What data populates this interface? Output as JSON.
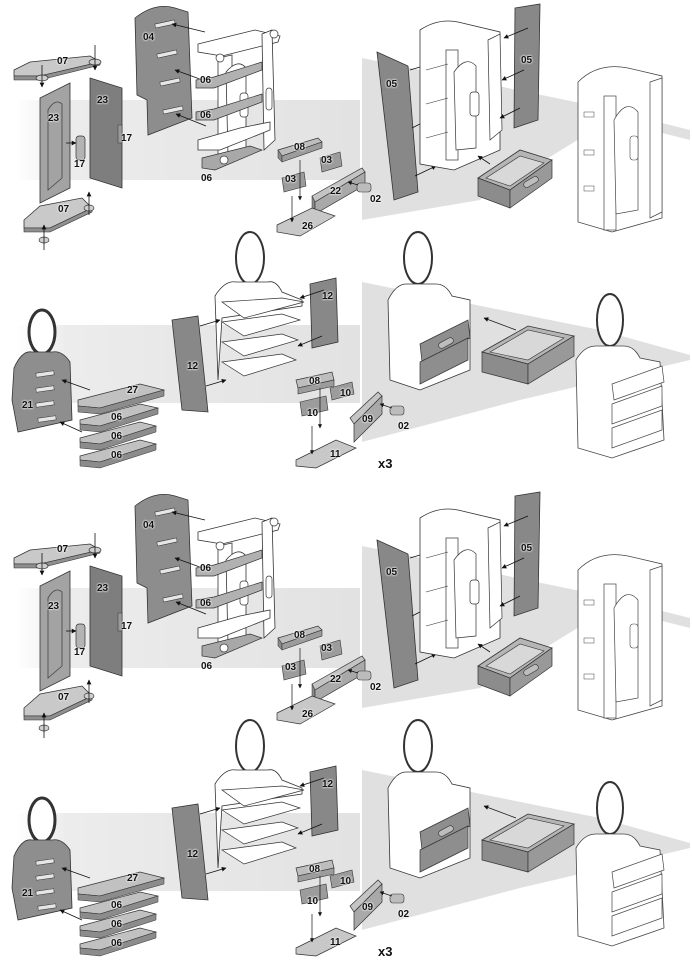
{
  "colors": {
    "panel_dark": "#8a8a8a",
    "panel_mid": "#b9b9b9",
    "panel_light": "#d6d6d6",
    "outline": "#333333",
    "backdrop": "#e3e3e3",
    "assembled_fill": "#ffffff"
  },
  "diagram_halves": [
    {
      "wardrobe_step": {
        "door_parts": {
          "top_plate": "07",
          "bottom_plate": "07",
          "left_door": "23",
          "right_door": "23",
          "handle_left": "17",
          "handle_right": "17"
        },
        "side_panel": "04",
        "shelf_labels": [
          "06",
          "06",
          "06"
        ],
        "drawer_parts": {
          "front": "08",
          "side_a": "03",
          "side_b": "03",
          "back": "22",
          "base": "26",
          "knob": "02"
        },
        "side_panels": [
          "05",
          "05"
        ]
      },
      "dresser_step": {
        "back_panel": "21",
        "shelves": [
          "27",
          "06",
          "06",
          "06"
        ],
        "side_panels": [
          "12",
          "12"
        ],
        "drawer_parts": {
          "front": "08",
          "side_a": "10",
          "side_b": "10",
          "back": "09",
          "base": "11",
          "knob": "02"
        },
        "quantity": "x3"
      }
    },
    {
      "wardrobe_step": {
        "door_parts": {
          "top_plate": "07",
          "bottom_plate": "07",
          "left_door": "23",
          "right_door": "23",
          "handle_left": "17",
          "handle_right": "17"
        },
        "side_panel": "04",
        "shelf_labels": [
          "06",
          "06",
          "06"
        ],
        "drawer_parts": {
          "front": "08",
          "side_a": "03",
          "side_b": "03",
          "back": "22",
          "base": "26",
          "knob": "02"
        },
        "side_panels": [
          "05",
          "05"
        ]
      },
      "dresser_step": {
        "back_panel": "21",
        "shelves": [
          "27",
          "06",
          "06",
          "06"
        ],
        "side_panels": [
          "12",
          "12"
        ],
        "drawer_parts": {
          "front": "08",
          "side_a": "10",
          "side_b": "10",
          "back": "09",
          "base": "11",
          "knob": "02"
        },
        "quantity": "x3"
      }
    }
  ]
}
